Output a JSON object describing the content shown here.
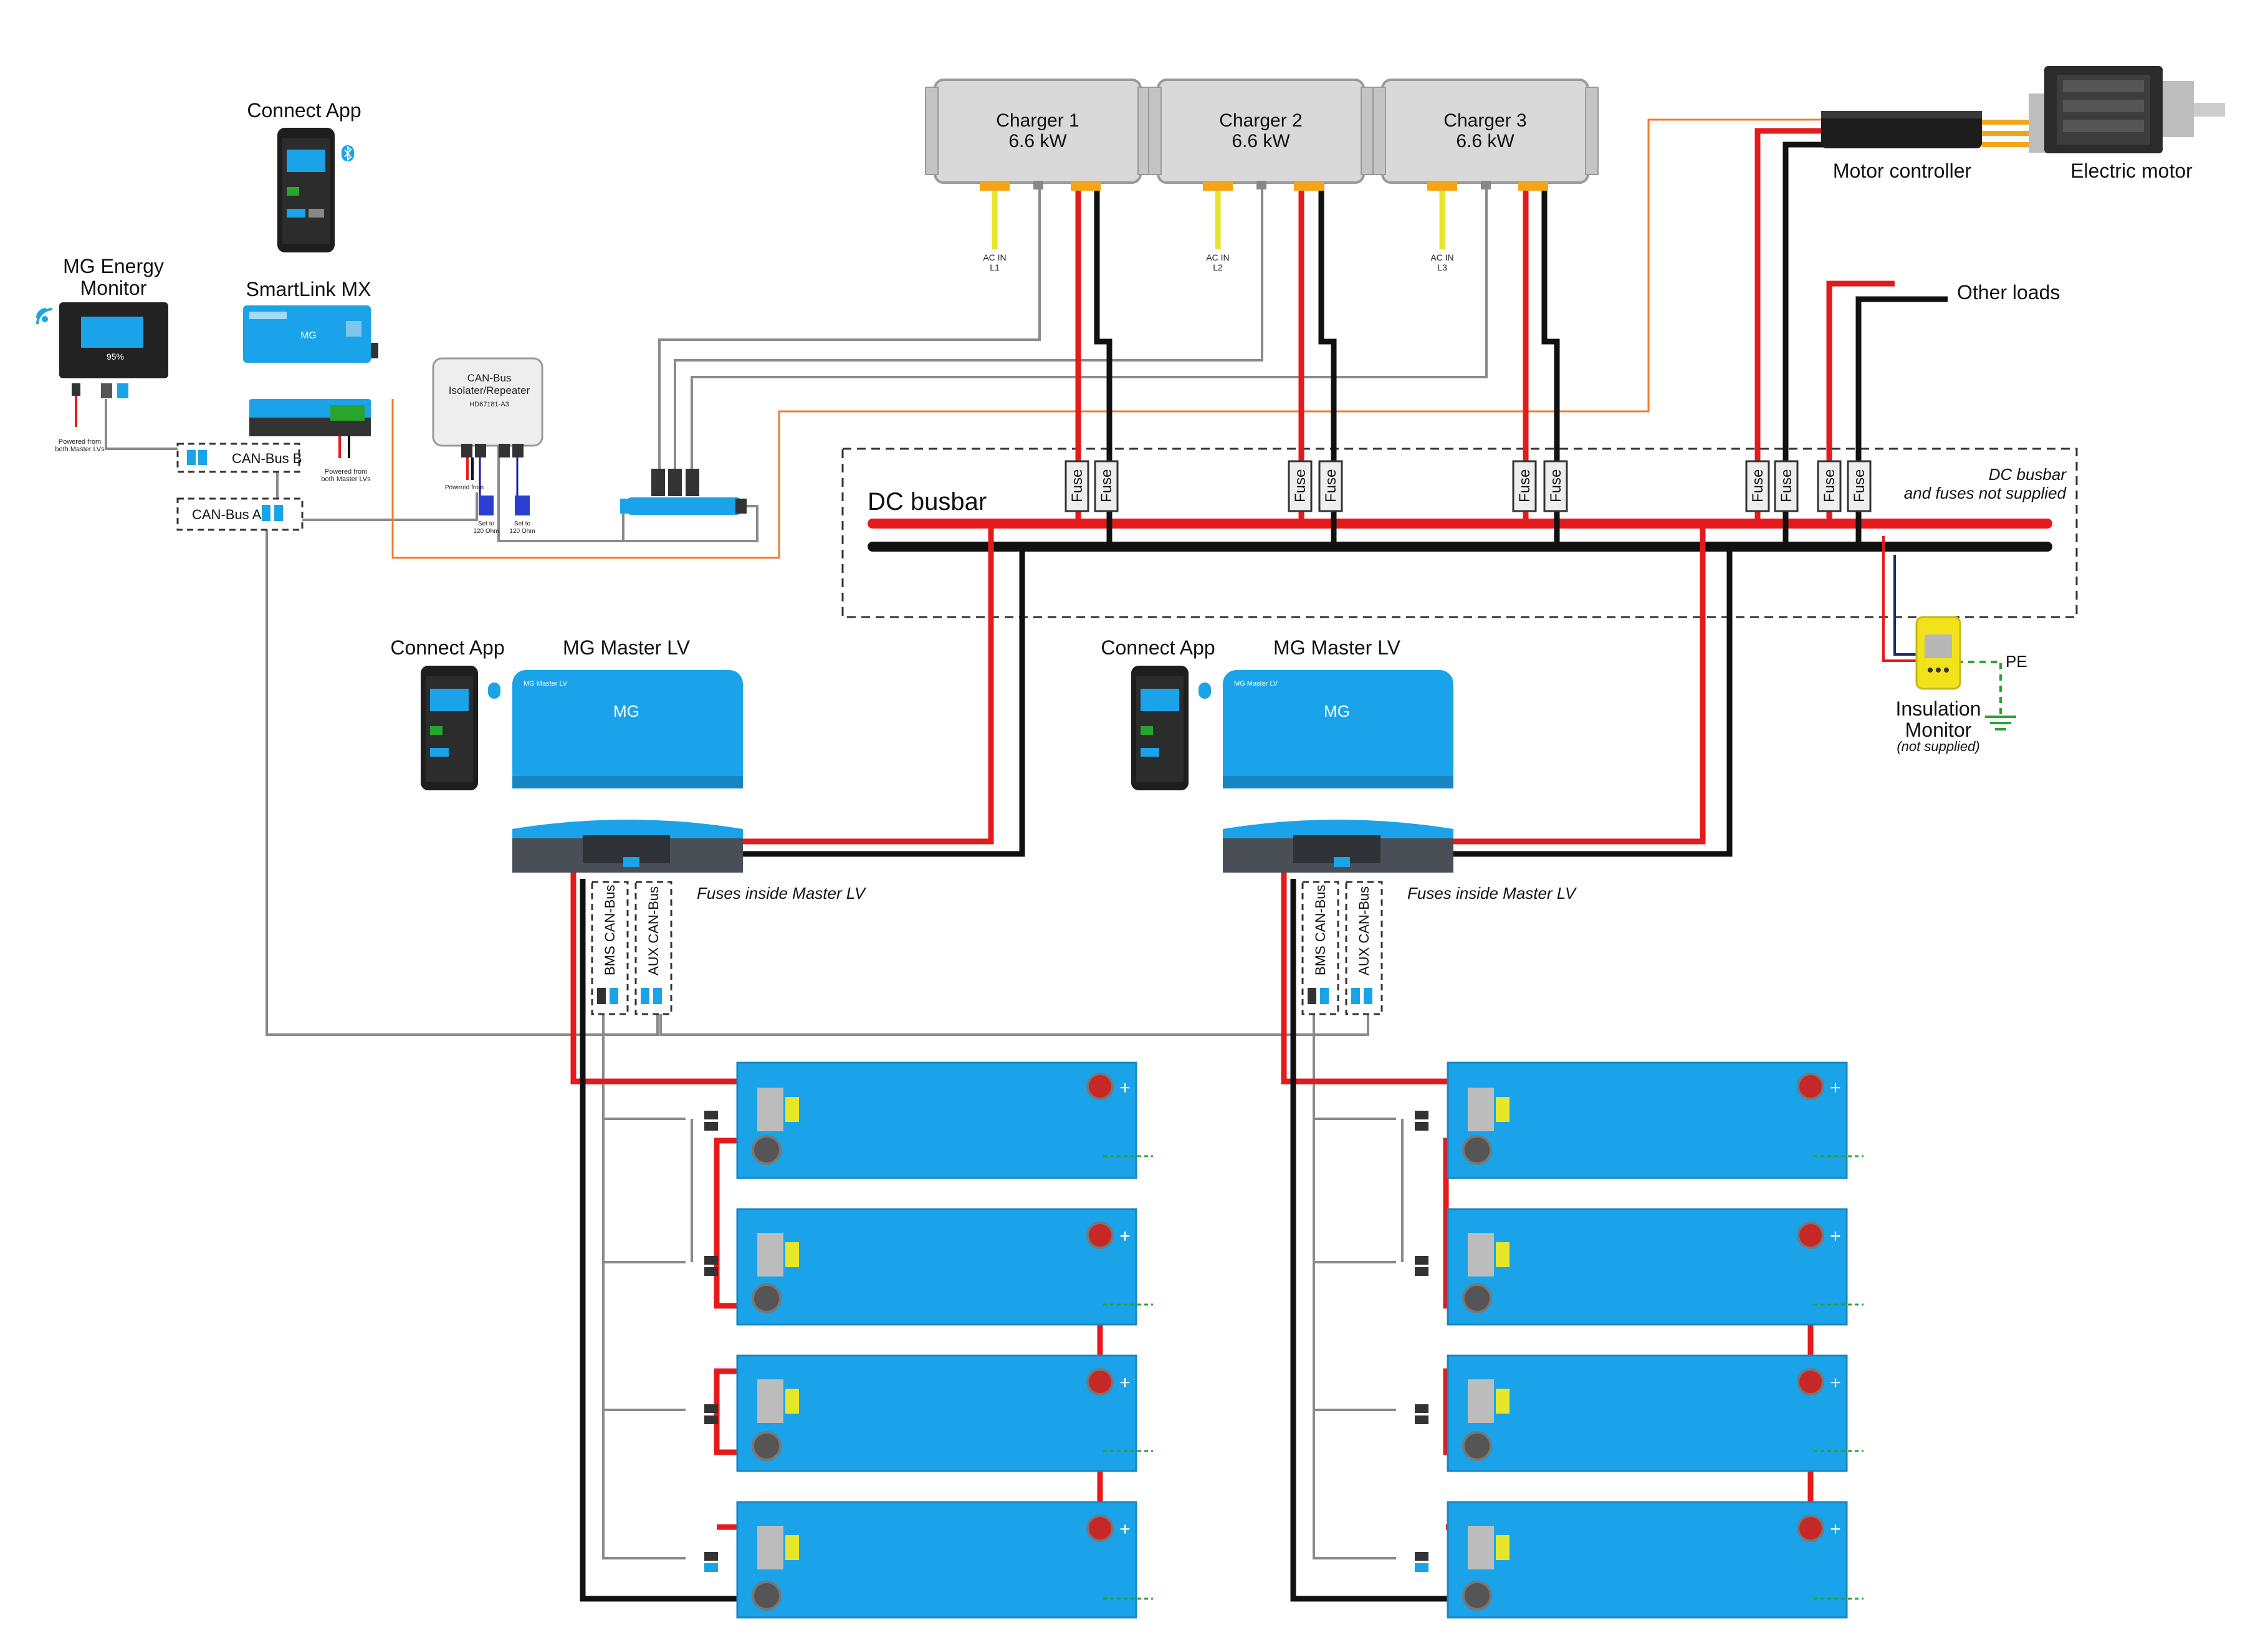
{
  "labels": {
    "charger1": [
      "Charger 1",
      "6.6 kW"
    ],
    "charger2": [
      "Charger 2",
      "6.6 kW"
    ],
    "charger3": [
      "Charger 3",
      "6.6 kW"
    ],
    "ac_in": "AC IN",
    "ac_phases": [
      "L1",
      "L2",
      "L3"
    ],
    "motor_controller": "Motor controller",
    "electric_motor": "Electric motor",
    "other_loads": "Other loads",
    "dc_busbar": "DC busbar",
    "dc_busbar_note": [
      "DC busbar",
      "and fuses not supplied"
    ],
    "fuse": "Fuse",
    "connect_app": "Connect App",
    "energy_monitor": [
      "MG Energy",
      "Monitor"
    ],
    "smartlink": "SmartLink MX",
    "canbus_isolator": [
      "CAN-Bus",
      "Isolater/Repeater"
    ],
    "isolator_part": "HD67181-A3",
    "canbus_a": "CAN-Bus A",
    "canbus_b": "CAN-Bus B",
    "master_lv": "MG Master LV",
    "fuses_inside": "Fuses inside Master LV",
    "bms_canbus": "BMS CAN-Bus",
    "aux_canbus": "AUX CAN-Bus",
    "insulation_monitor": [
      "Insulation",
      "Monitor"
    ],
    "not_supplied": "(not supplied)",
    "pe": "PE",
    "powered_from": [
      "Powered from",
      "both Master LVs"
    ],
    "term_120": [
      "Set to",
      "120 Ohm"
    ],
    "mg_logo": "MG",
    "device_title": "MG Master LV",
    "monitor_percent": "95%",
    "battery_plus": "+"
  },
  "colors": {
    "positive_cable": "#e41a1c",
    "negative_cable": "#111111",
    "canbus_cable": "#8a8a8a",
    "signal_cable": "#f07c2a",
    "ac_cable": "#e6e62a",
    "device_blue": "#1aa3e8",
    "device_dark": "#4a4f57",
    "charger_grey": "#d9d9d9",
    "monitor_yellow": "#f2e21a"
  }
}
